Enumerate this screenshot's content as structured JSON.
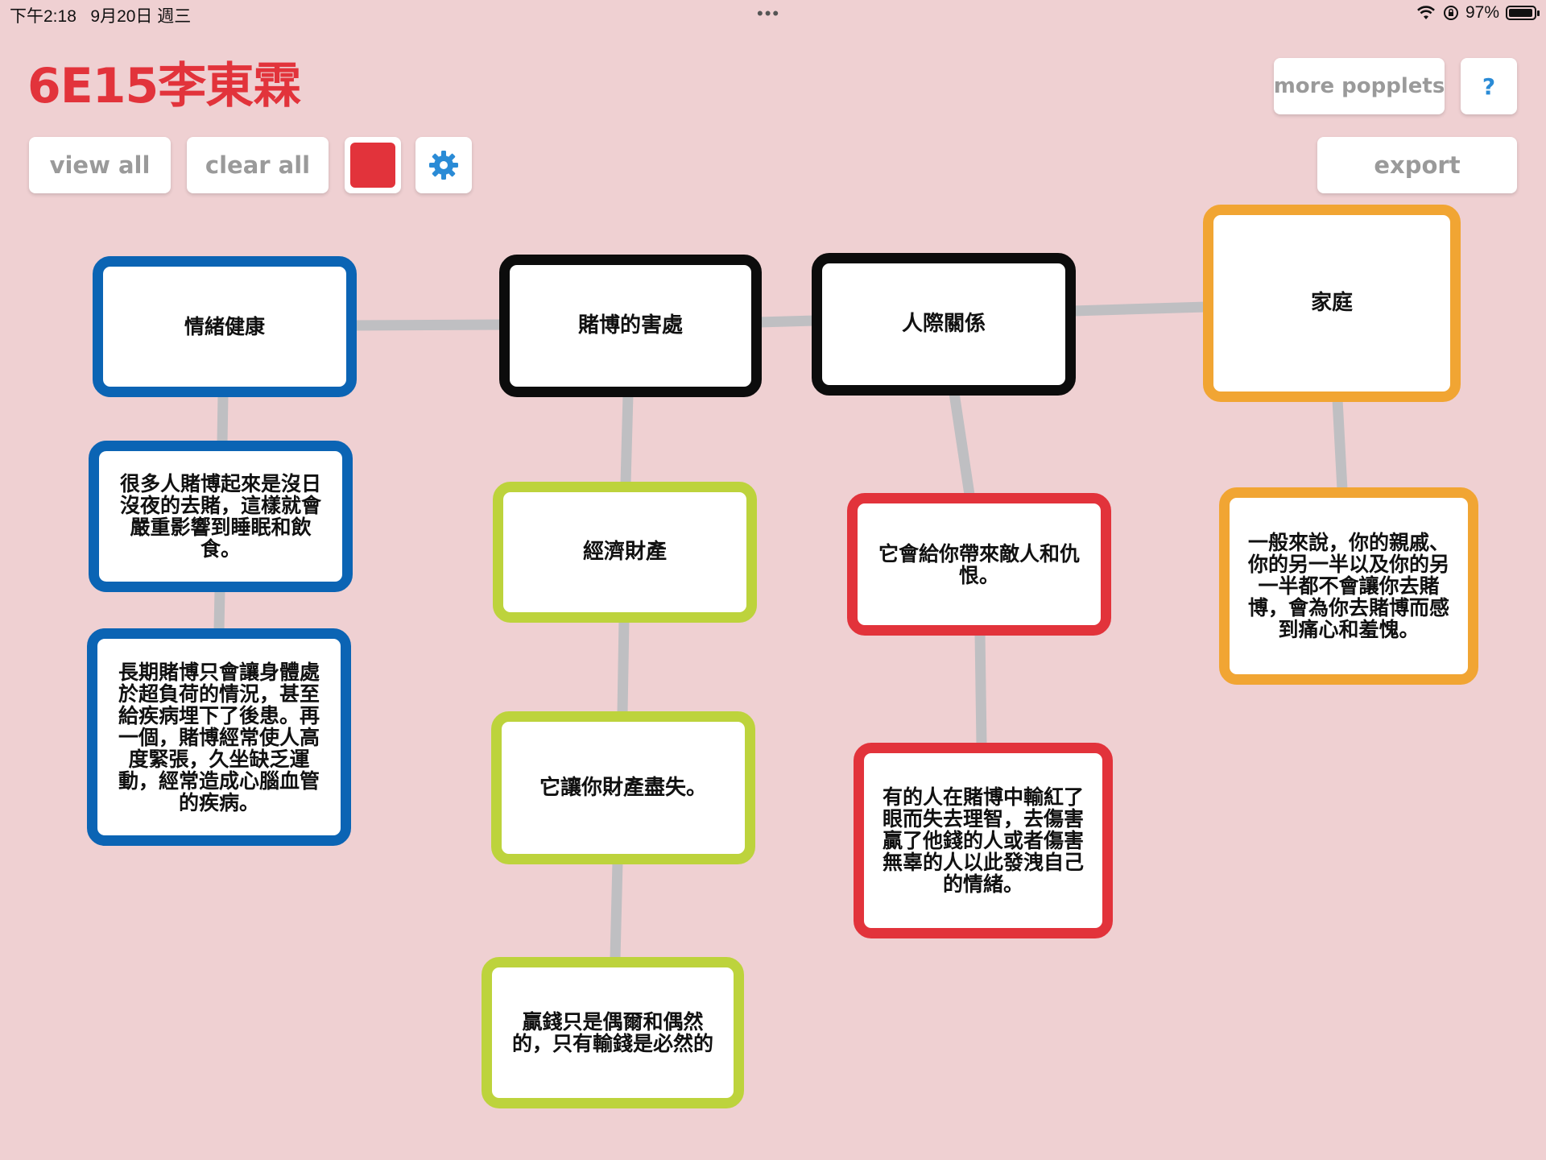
{
  "status_bar": {
    "time": "下午2:18",
    "date": "9月20日 週三",
    "dots": "•••",
    "battery": "97%",
    "battery_level": 0.97
  },
  "app": {
    "title": "6E15李東霖"
  },
  "toolbar": {
    "view_all": "view all",
    "clear_all": "clear all",
    "current_color": "#e2333b",
    "settings_icon": "gear-icon",
    "more_popplets": "more popplets",
    "help": "?",
    "export": "export"
  },
  "colors": {
    "background": "#efd0d2",
    "blue": "#0b64b4",
    "black": "#0c0c0c",
    "green": "#bdd33c",
    "red": "#e2333b",
    "orange": "#f1a533",
    "link": "#bfbfc2"
  },
  "popples": [
    {
      "id": "emotional-health",
      "text": "情緒健康",
      "color": "blue"
    },
    {
      "id": "emotional-detail-1",
      "text": "很多人賭博起來是沒日沒夜的去賭，這樣就會嚴重影響到睡眠和飲食。",
      "color": "blue"
    },
    {
      "id": "emotional-detail-2",
      "text": "長期賭博只會讓身體處於超負荷的情況，甚至給疾病埋下了後患。再一個，賭博經常使人高度緊張，久坐缺乏運動，經常造成心腦血管的疾病。",
      "color": "blue"
    },
    {
      "id": "gambling-harm",
      "text": "賭博的害處",
      "color": "black"
    },
    {
      "id": "economic-assets",
      "text": "經濟財產",
      "color": "green"
    },
    {
      "id": "economic-detail-1",
      "text": "它讓你財產盡失。",
      "color": "green"
    },
    {
      "id": "economic-detail-2",
      "text": "贏錢只是偶爾和偶然的，只有輸錢是必然的",
      "color": "green"
    },
    {
      "id": "relationships",
      "text": "人際關係",
      "color": "black"
    },
    {
      "id": "relationship-detail-1",
      "text": "它會給你帶來敵人和仇恨。",
      "color": "red"
    },
    {
      "id": "relationship-detail-2",
      "text": "有的人在賭博中輸紅了眼而失去理智，去傷害贏了他錢的人或者傷害無辜的人以此發洩自己的情緒。",
      "color": "red"
    },
    {
      "id": "family",
      "text": "家庭",
      "color": "orange"
    },
    {
      "id": "family-detail-1",
      "text": "一般來說，你的親戚、你的另一半以及你的另一半都不會讓你去賭博，會為你去賭博而感到痛心和羞愧。",
      "color": "orange"
    }
  ]
}
